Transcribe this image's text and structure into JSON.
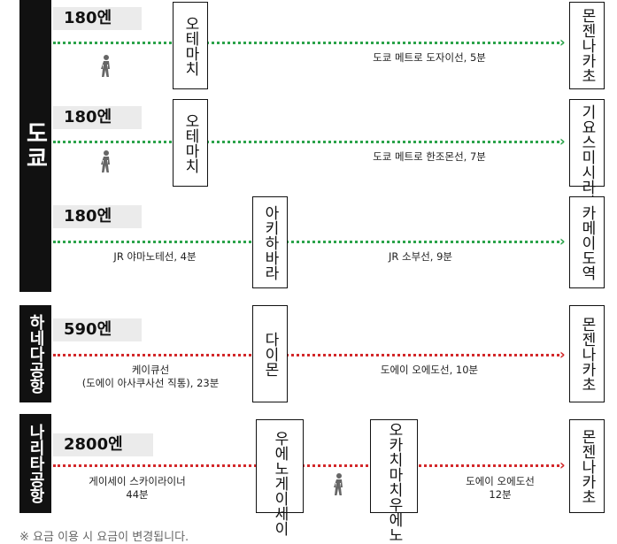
{
  "groups": {
    "tokyo": "도쿄",
    "haneda": "하네다공항",
    "narita": "나리타공항"
  },
  "routes": [
    {
      "price": "180엔",
      "transfer": "오테마치",
      "destination": "몬젠나카초",
      "segment_label": "도쿄 메트로 도자이선, 5분",
      "line_color": "#2ba34a"
    },
    {
      "price": "180엔",
      "transfer": "오테마치",
      "destination": "기요스미시라카와",
      "segment_label": "도쿄 메트로 한조몬선, 7분",
      "line_color": "#2ba34a"
    },
    {
      "price": "180엔",
      "transfer": "아키하바라",
      "destination": "카메이도역",
      "first_label": "JR 야마노테선, 4분",
      "segment_label": "JR 소부선, 9분",
      "line_color": "#2ba34a"
    },
    {
      "price": "590엔",
      "transfer": "다이몬",
      "destination": "몬젠나카초",
      "first_label_1": "케이큐선",
      "first_label_2": "(도에이 아사쿠사선 직통), 23분",
      "segment_label": "도에이 오에도선, 10분",
      "line_color": "#d3282a"
    },
    {
      "price": "2800엔",
      "transfer_1": "우에노게이세이",
      "transfer_2": "오카치마치우에노",
      "destination": "몬젠나카초",
      "first_label_1": "게이세이 스카이라이너",
      "first_label_2": "44분",
      "segment_label_1": "도에이 오에도선",
      "segment_label_2": "12분",
      "line_color": "#d3282a"
    }
  ],
  "footer": "※ 요금 이용 시 요금이 변경됩니다."
}
